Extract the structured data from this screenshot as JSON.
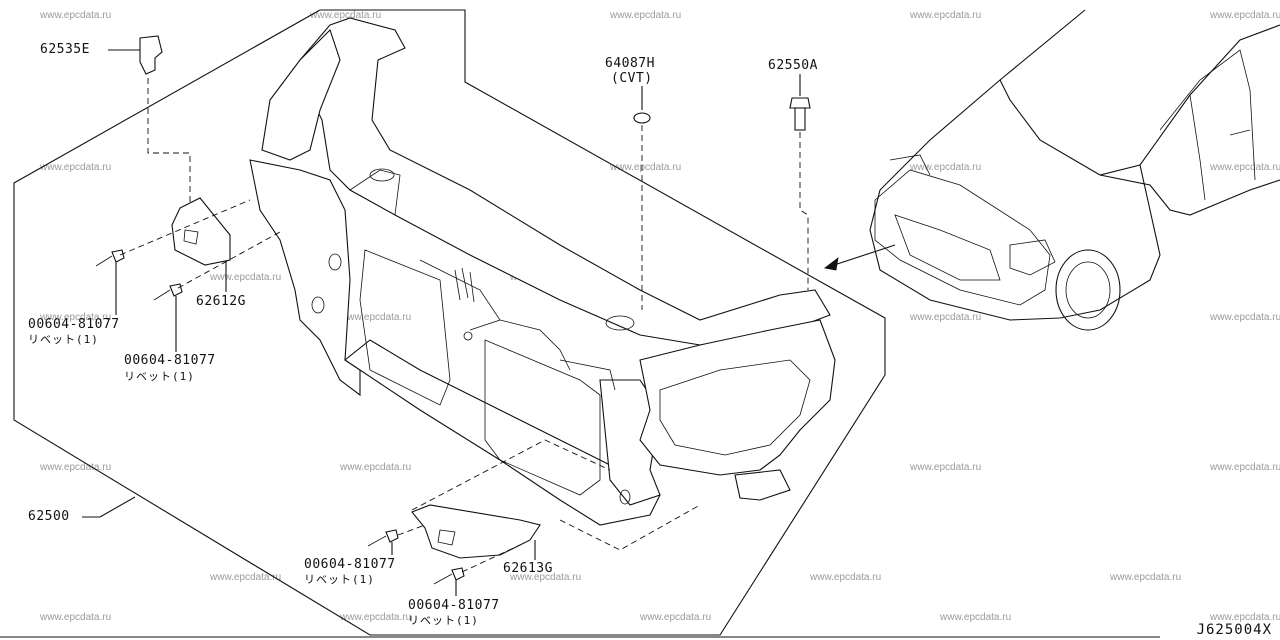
{
  "watermark": "www.epcdata.ru",
  "diagram_code": "J625004X",
  "callouts": {
    "c62535E": {
      "part": "62535E"
    },
    "c64087H": {
      "part": "64087H",
      "note": "(CVT)"
    },
    "c62550A": {
      "part": "62550A"
    },
    "c62612G": {
      "part": "62612G"
    },
    "c62500": {
      "part": "62500"
    },
    "c62613G": {
      "part": "62613G"
    },
    "rivet1": {
      "part": "00604-81077",
      "note": "リベット(1)"
    },
    "rivet2": {
      "part": "00604-81077",
      "note": "リベット(1)"
    },
    "rivet3": {
      "part": "00604-81077",
      "note": "リベット(1)"
    },
    "rivet4": {
      "part": "00604-81077",
      "note": "リベット(1)"
    }
  }
}
